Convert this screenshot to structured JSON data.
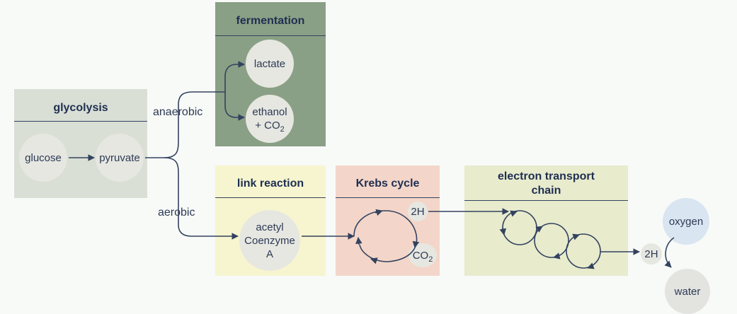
{
  "panels": {
    "glycolysis": {
      "title": "glycolysis",
      "color": "#d9dfd5"
    },
    "fermentation": {
      "title": "fermentation",
      "color": "#8aa086"
    },
    "link": {
      "title": "link reaction",
      "color": "#f7f5cf"
    },
    "krebs": {
      "title": "Krebs cycle",
      "color": "#f3d6c9"
    },
    "etc": {
      "title_line1": "electron transport",
      "title_line2": "chain",
      "color": "#e8ebcc"
    }
  },
  "nodes": {
    "glucose": "glucose",
    "pyruvate": "pyruvate",
    "lactate": "lactate",
    "ethanol_line1": "ethanol",
    "ethanol_line2_prefix": "+ CO",
    "ethanol_line2_sub": "2",
    "acetyl_line1": "acetyl",
    "acetyl_line2": "Coenzyme",
    "acetyl_line3": "A",
    "krebs_2h": "2H",
    "krebs_co2": "CO",
    "krebs_co2_sub": "2",
    "etc_2h": "2H",
    "oxygen": "oxygen",
    "water": "water"
  },
  "labels": {
    "anaerobic": "anaerobic",
    "aerobic": "aerobic"
  },
  "colors": {
    "node_fill": "#e6e7e1",
    "line": "#33425f",
    "oxygen_fill": "#d9e5f0",
    "water_fill": "#e3e4e0"
  }
}
